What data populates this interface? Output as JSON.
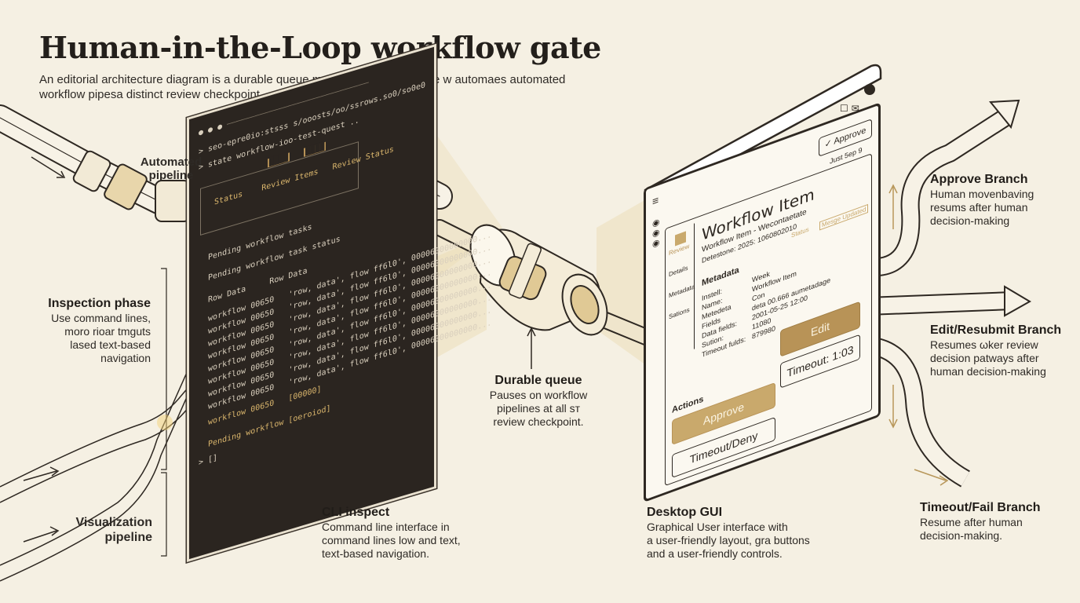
{
  "title": "Human-in-the-Loop workflow gate",
  "subtitle": "An editorial architecture diagram is a durable queue mechanism, pausing the w automaes automated workflow pipesa distinct review checkpoint.",
  "colors": {
    "background": "#f5f0e3",
    "accent": "#c9a96c",
    "dark": "#2b2520",
    "ink": "#2a2520"
  },
  "labels": {
    "automated_pipeline": "Automated\npipeline",
    "inspection": {
      "heading": "Inspection phase",
      "body": "Use command lines,\nmoro rioar tmguts\nlased text-based\nnavigation"
    },
    "visualization": "Visualization\npipeline",
    "cli": {
      "heading": "CLI inspect",
      "body": "Command line interface in\ncommand lines low and text,\ntext-based navigation."
    },
    "queue": {
      "heading": "Durable queue",
      "body": "Pauses on workflow\npipelines at all ѕт\nreview checkpoint."
    },
    "gui": {
      "heading": "Desktop GUI",
      "body": "Graphical User interface with\na user-friendly layout, gra buttons\nand a user-friendly controls."
    },
    "approve": {
      "heading": "Approve Branch",
      "body": "Human movenbaving\nresums after human\ndecision-making"
    },
    "edit": {
      "heading": "Edit/Resubmit Branch",
      "body": "Resumes ωker review\ndecision patways after\nhuman decision-making"
    },
    "timeout": {
      "heading": "Timeout/Fail Branch",
      "body": "Resume after human\ndecision-making."
    }
  },
  "terminal": {
    "lines": [
      "> seo-epre0io:stsss s/ooosts/oo/ssrows.so0/so0e0",
      "> state workflow-ioo-test-quest ..",
      "  Status    Review Items   Review Status",
      "  Pending workflow tasks",
      "  Pending workflow task status",
      "  Row Data     Row Data",
      "  workflow 00650   'row, data', flow ff6l0', 00006000000000...",
      "  workflow 00650   'row, data', flow ff6l0', 00006000000000...",
      "  workflow 00650   'row, data', flow ff6l0', 00006000000000...",
      "  workflow 00650   'row, data', flow ff6l0', 00006000000000...",
      "  workflow 00650   'row, data', flow ff6l0', 00006000000000...",
      "  workflow 00650   'row, data', flow ff6l0', 00006000000000...",
      "  workflow 00650   'row, data', flow ff6l0', 00006000000000...",
      "  workflow 00650   'row, data', flow ff6l0', 00006000000000...",
      "  workflow 00650   [00000]",
      "  Pending workflow [oeroiod]",
      "> []"
    ]
  },
  "gui": {
    "top_btn": "Approve",
    "date": "Just 5ep 9",
    "title": "Workflow Item",
    "subtitle": "Workflow Item - Wecontaetate",
    "datestone": "Detestone: 2025: 1060802010",
    "status_chips": [
      "Status",
      "Mesge Updated"
    ],
    "sidebar": [
      "Review",
      "Details",
      "Metadata",
      "Sations"
    ],
    "metadata_heading": "Metadata",
    "fields": [
      [
        "Instell:",
        "Week"
      ],
      [
        "Name:",
        "Workflow Item"
      ],
      [
        "Metedeta",
        "Con"
      ],
      [
        "Fields",
        "deta 00.666 aumetadage"
      ],
      [
        "Data fields:",
        "2001-05-25 12:00"
      ],
      [
        "Sution:",
        "11080"
      ],
      [
        "Timeout fulds:",
        "879980"
      ]
    ],
    "actions_heading": "Actions",
    "btn_edit": "Edit",
    "btn_approve": "Approve",
    "btn_timeout": "Timeout: 1:03",
    "btn_deny": "Timeout/Deny"
  }
}
